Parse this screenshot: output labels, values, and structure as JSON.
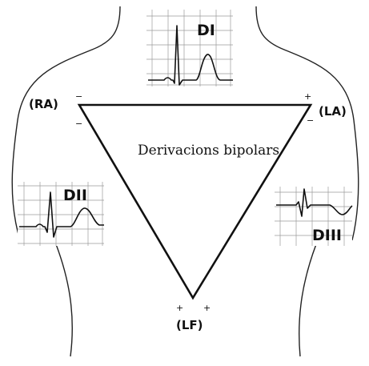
{
  "title": "Derivacions bipolars",
  "electrodes": {
    "right_arm": "(RA)",
    "left_arm": "(LA)",
    "left_foot": "(LF)"
  },
  "leads": {
    "lead_1": "DI",
    "lead_2": "DII",
    "lead_3": "DIII"
  },
  "polarity": {
    "positive": "+",
    "negative": "−"
  }
}
